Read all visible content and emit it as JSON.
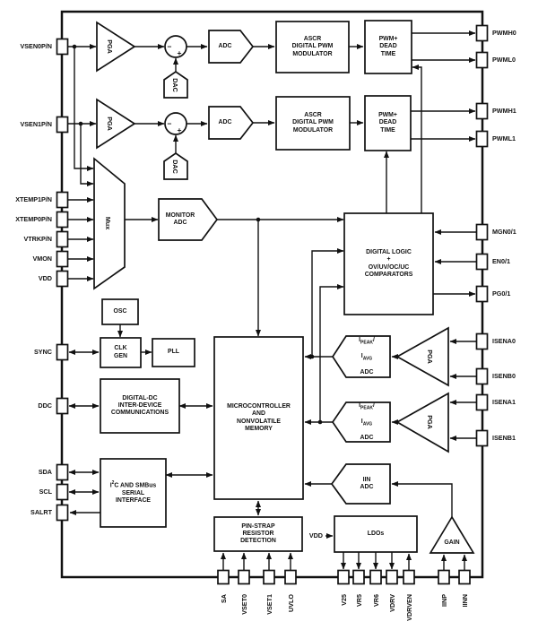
{
  "colors": {
    "line": "#111111",
    "background": "#ffffff"
  },
  "pins": {
    "left": [
      "VSEN0P/N",
      "VSEN1P/N",
      "XTEMP1P/N",
      "XTEMP0P/N",
      "VTRKP/N",
      "VMON",
      "VDD",
      "SYNC",
      "DDC",
      "SDA",
      "SCL",
      "SALRT"
    ],
    "right": [
      "PWMH0",
      "PWML0",
      "PWMH1",
      "PWML1",
      "MGN0/1",
      "EN0/1",
      "PG0/1",
      "ISENA0",
      "ISENB0",
      "ISENA1",
      "ISENB1"
    ],
    "bottom": [
      "SA",
      "VSET0",
      "VSET1",
      "UVLO",
      "V25",
      "VR5",
      "VR6",
      "VDRV",
      "VDRVEN",
      "IINP",
      "IINN"
    ]
  },
  "labels": {
    "pga": "PGA",
    "dac": "DAC",
    "adc": "ADC",
    "mux": "Mux",
    "gain": "GAIN",
    "sum_minus": "−",
    "sum_plus": "+",
    "ascr": "ASCR\nDIGITAL PWM\nMODULATOR",
    "pwm_dt": "PWM+\nDEAD\nTIME",
    "osc": "OSC",
    "clk_gen": "CLK\nGEN",
    "pll": "PLL",
    "ddc_comms": "DIGITAL-DC\nINTER-DEVICE\nCOMMUNICATIONS",
    "i2c_i": "I",
    "i2c_sup": "2",
    "i2c_rest": "C AND SMBus",
    "i2c_lines": "SERIAL\nINTERFACE",
    "micro": "MICROCONTROLLER\nAND\nNONVOLATILE\nMEMORY",
    "digital_logic": "DIGITAL LOGIC\n+\nOV/UV/OC/UC\nCOMPARATORS",
    "monitor_adc": "MONITOR\nADC",
    "ipeak_i": "I",
    "ipeak_sub": "PEAK",
    "ipeak_slash": "/",
    "iavg_i": "I",
    "iavg_sub": "AVG",
    "adc_word": "ADC",
    "iin_adc": "IIN\nADC",
    "pin_strap": "PIN-STRAP\nRESISTOR\nDETECTION",
    "ldos": "LDOs",
    "vdd": "VDD"
  }
}
